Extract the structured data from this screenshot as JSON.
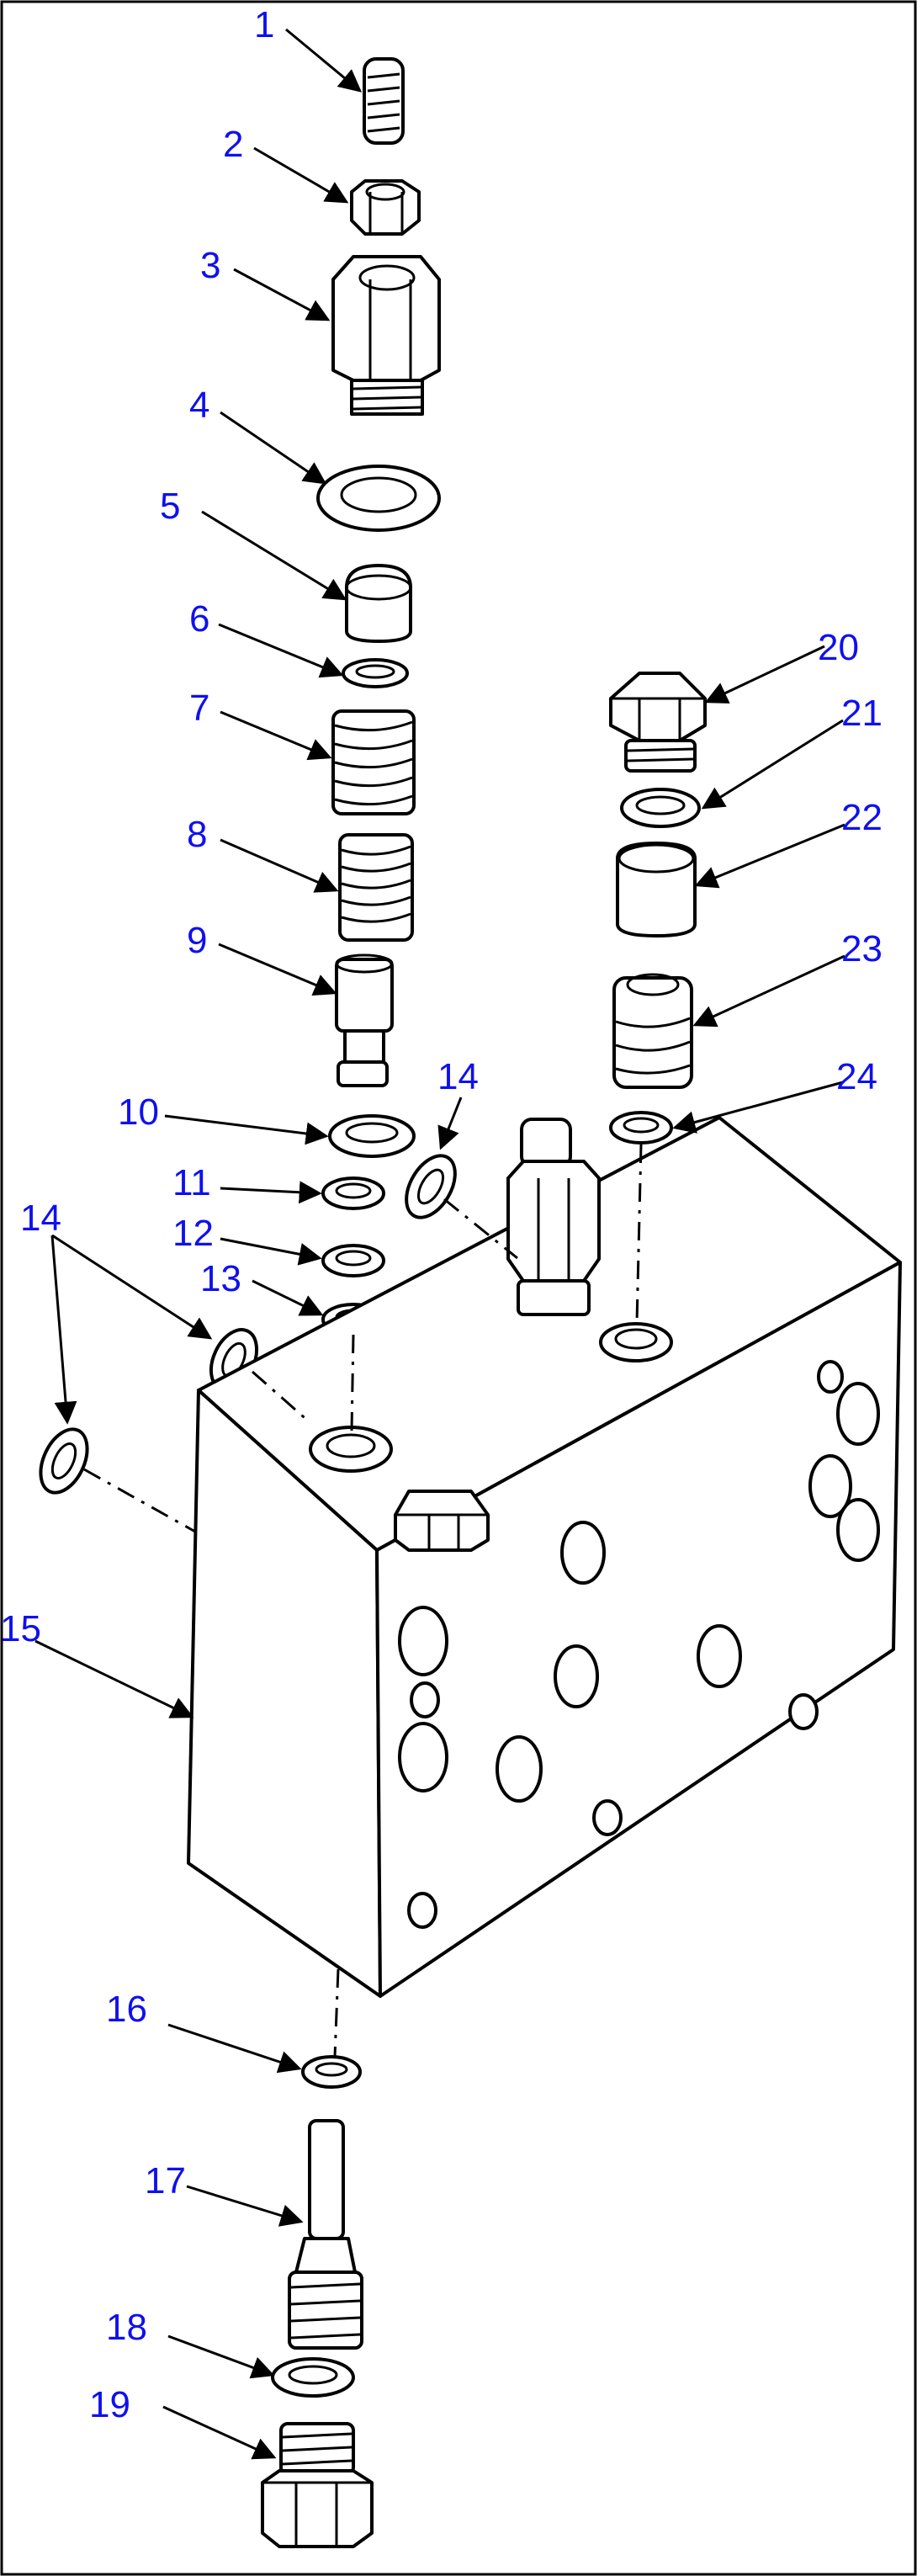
{
  "colors": {
    "label": "#0f10ee",
    "line": "#000000",
    "background": "#ffffff"
  },
  "callouts": {
    "c1": "1",
    "c2": "2",
    "c3": "3",
    "c4": "4",
    "c5": "5",
    "c6": "6",
    "c7": "7",
    "c8": "8",
    "c9": "9",
    "c10": "10",
    "c11": "11",
    "c12": "12",
    "c13": "13",
    "c14a": "14",
    "c14b": "14",
    "c15": "15",
    "c16": "16",
    "c17": "17",
    "c18": "18",
    "c19": "19",
    "c20": "20",
    "c21": "21",
    "c22": "22",
    "c23": "23",
    "c24": "24"
  }
}
